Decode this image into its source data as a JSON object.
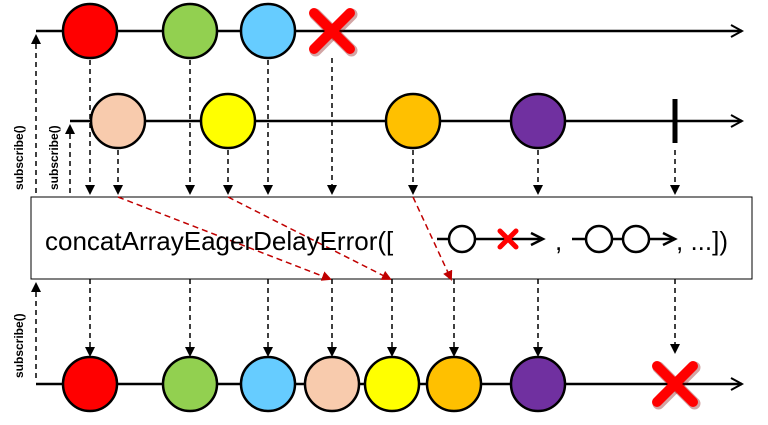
{
  "operator": {
    "prefix": "concatArrayEagerDelayError([",
    "separator": ",",
    "suffix": ", ...])"
  },
  "subscribe_label": "subscribe()",
  "colors": {
    "red": "#ff0000",
    "green": "#92d050",
    "cyan": "#66ccff",
    "peach": "#f8cbad",
    "yellow": "#ffff00",
    "orange": "#ffc000",
    "purple": "#7030a0",
    "error": "#ff0000",
    "dashed_red": "#c00000"
  },
  "source1": {
    "marbles": [
      {
        "color": "red"
      },
      {
        "color": "green"
      },
      {
        "color": "cyan"
      }
    ],
    "terminal": "error"
  },
  "source2": {
    "marbles": [
      {
        "color": "peach"
      },
      {
        "color": "yellow"
      },
      {
        "color": "orange"
      },
      {
        "color": "purple"
      }
    ],
    "terminal": "complete"
  },
  "output": {
    "marbles": [
      {
        "color": "red"
      },
      {
        "color": "green"
      },
      {
        "color": "cyan"
      },
      {
        "color": "peach"
      },
      {
        "color": "yellow"
      },
      {
        "color": "orange"
      },
      {
        "color": "purple"
      }
    ],
    "terminal": "error"
  }
}
